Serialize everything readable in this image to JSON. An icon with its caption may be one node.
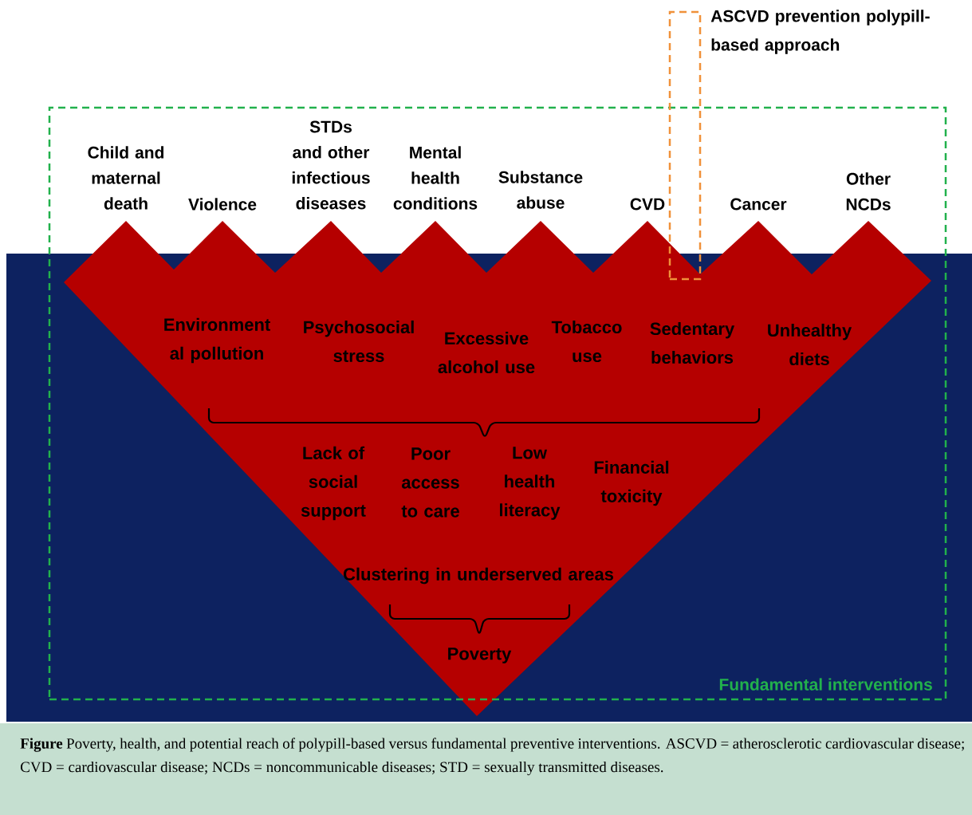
{
  "diagram": {
    "caption": "**Figure** Poverty, health, and potential reach of polypill-based versus fundamental preventive interventions. ASCVD = atherosclerotic cardiovascular disease; CVD = cardiovascular disease; NCDs = noncommunicable diseases; STD = sexually transmitted diseases.",
    "nodes": [
      {
        "text": [
          "Fundamental interventions"
        ]
      },
      {
        "text": [
          "ASCVD prevention polypill-based approach"
        ]
      }
    ],
    "labels": [
      "Child and maternal death",
      "Violence",
      "STDs and other infectious diseases",
      "Mental health conditions",
      "Substance abuse",
      "CVD",
      "Cancer",
      "Other NCDs",
      "Environment al pollution",
      "Psychosocial stress",
      "Excessive alcohol use",
      "Tobacco use",
      "Sedentary behaviors",
      "Unhealthy diets",
      "Lack of social support",
      "Poor access to care",
      "Low health literacy",
      "Financial toxicity",
      "Clustering in underserved areas",
      "Poverty"
    ]
  }
}
